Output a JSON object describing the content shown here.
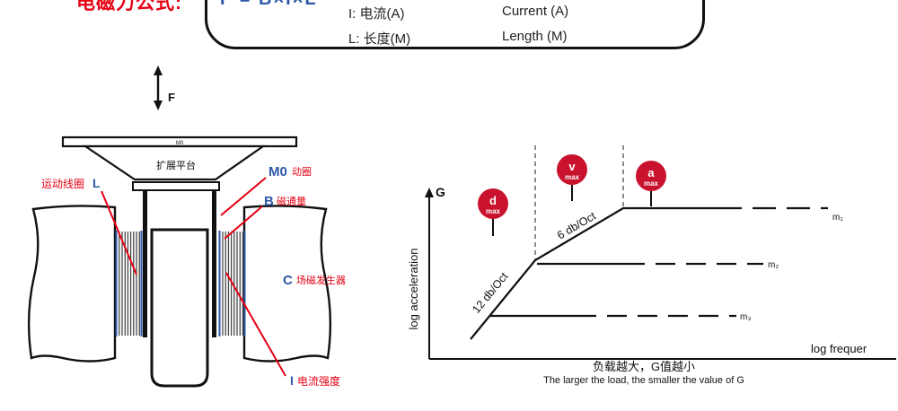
{
  "colors": {
    "red": "#e60012",
    "blue": "#2e59a8",
    "badge_red": "#c9132e",
    "ink": "#111111"
  },
  "formula_box": {
    "heading": "电磁力公式:",
    "formula": "F = B×I×L",
    "rows": [
      {
        "cn": "I: 电流(A)",
        "en": "Current (A)"
      },
      {
        "cn": "L: 长度(M)",
        "en": "Length (M)"
      }
    ]
  },
  "shaker": {
    "force_arrow_label": "F",
    "top_bar_text": "M0",
    "platform_label": "扩展平台",
    "labels": {
      "moving_coil": {
        "cn": "运动线圈",
        "sym": "L"
      },
      "moving_element": {
        "sym": "M0",
        "cn": "动圈"
      },
      "flux": {
        "sym": "B",
        "cn": "磁通量"
      },
      "field_generator": {
        "sym": "C",
        "cn": "场磁发生器"
      },
      "current": {
        "sym": "I",
        "cn": "电流强度"
      }
    }
  },
  "chart_data": {
    "type": "line",
    "title": "",
    "xlabel": "log frequer",
    "ylabel": "log acceleration",
    "y_axis_symbol": "G",
    "slope_labels": [
      "12 db/Oct",
      "6 db/Oct"
    ],
    "mass_lines": [
      {
        "label": "m₁",
        "relative_level": 0.82
      },
      {
        "label": "m₂",
        "relative_level": 0.52
      },
      {
        "label": "m₃",
        "relative_level": 0.24
      }
    ],
    "badges": [
      {
        "letter": "d",
        "sub": "max"
      },
      {
        "letter": "v",
        "sub": "max"
      },
      {
        "letter": "a",
        "sub": "max"
      }
    ],
    "caption_cn": "负载越大，G值越小",
    "caption_en": "The larger the load, the smaller the value of G"
  }
}
